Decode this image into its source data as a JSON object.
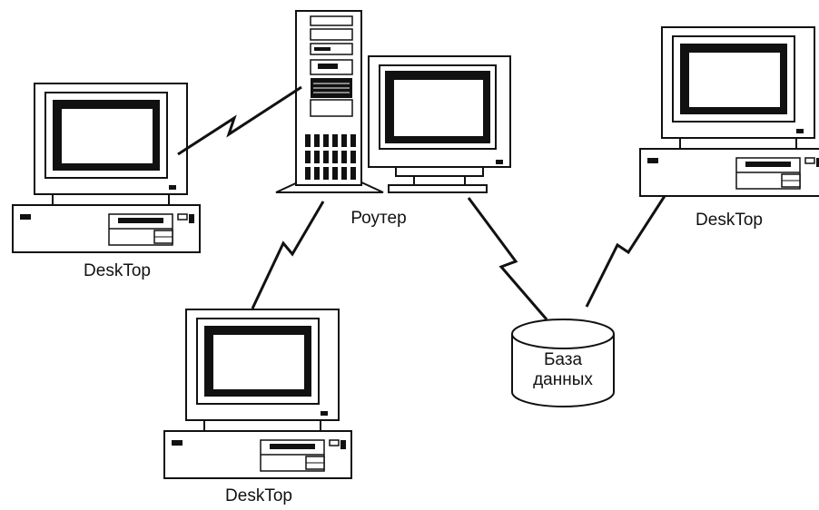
{
  "labels": {
    "desktop_left": "DeskTop",
    "desktop_bottom": "DeskTop",
    "desktop_right": "DeskTop",
    "router": "Роутер",
    "database_line1": "База",
    "database_line2": "данных"
  },
  "colors": {
    "stroke": "#111111",
    "fill": "#ffffff",
    "screen": "#111111"
  }
}
